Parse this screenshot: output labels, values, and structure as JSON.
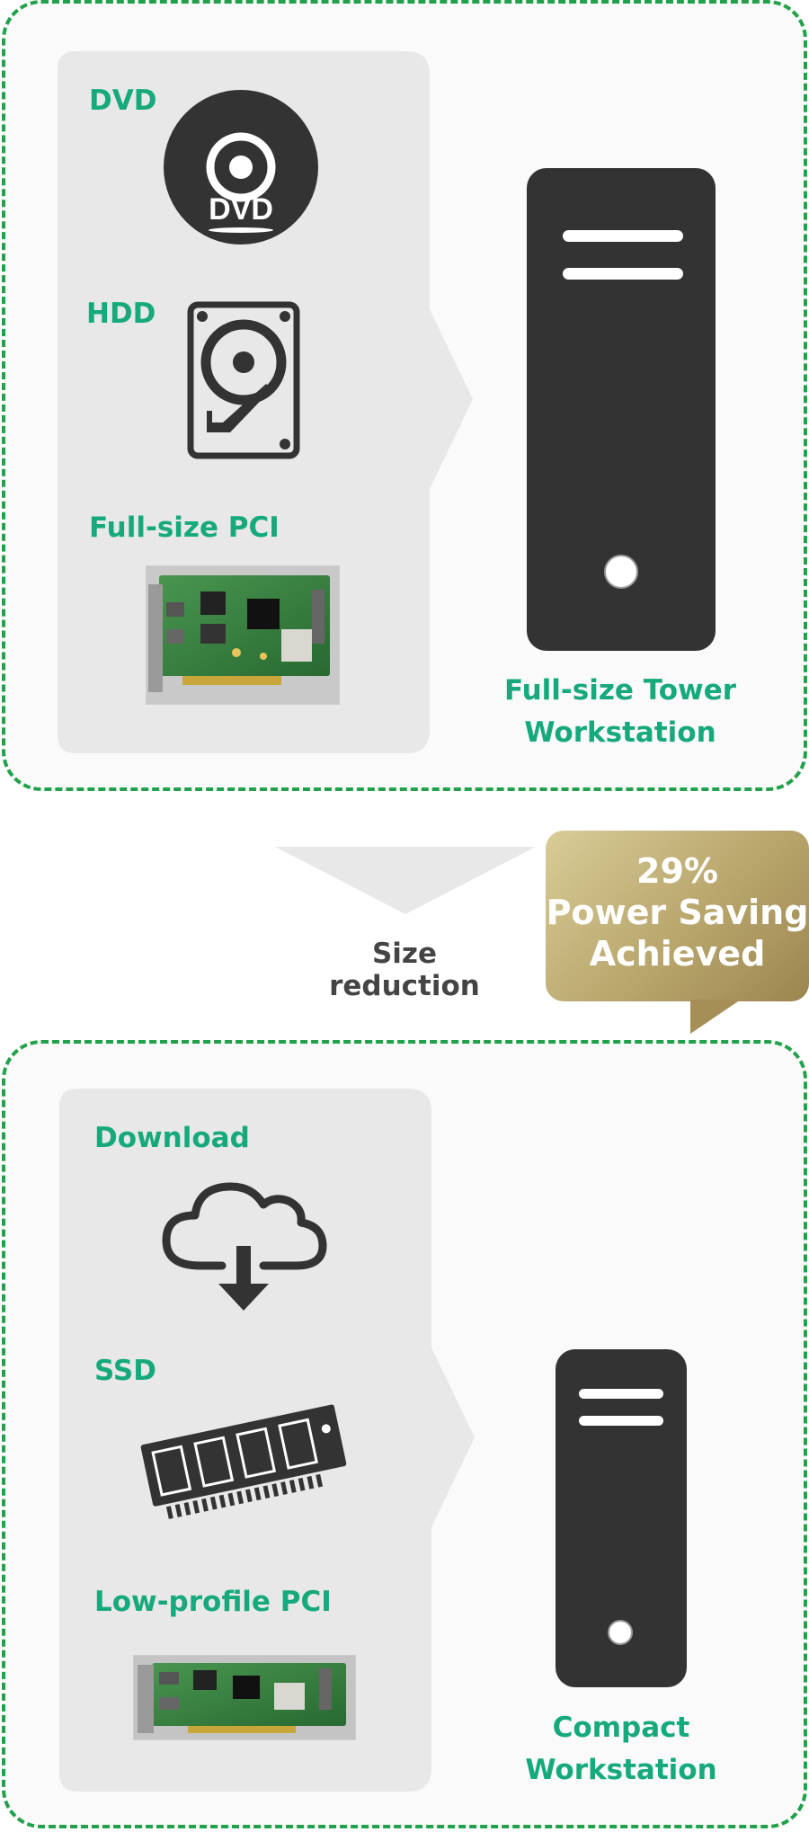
{
  "top": {
    "items": [
      {
        "label": "DVD",
        "icon": "dvd-disc-icon"
      },
      {
        "label": "HDD",
        "icon": "hard-drive-icon"
      },
      {
        "label": "Full-size PCI",
        "icon": "pci-card-photo"
      }
    ],
    "dvd_icon_text": "DVD",
    "caption": [
      "Full-size Tower",
      "Workstation"
    ]
  },
  "middle": {
    "reduction_label": "Size reduction",
    "bubble": [
      "29%",
      "Power Saving",
      "Achieved"
    ]
  },
  "bottom": {
    "items": [
      {
        "label": "Download",
        "icon": "cloud-download-icon"
      },
      {
        "label": "SSD",
        "icon": "memory-module-icon"
      },
      {
        "label": "Low-profile PCI",
        "icon": "pci-card-photo"
      }
    ],
    "caption": [
      "Compact",
      "Workstation"
    ]
  },
  "colors": {
    "accent_green": "#16a97c",
    "border_green": "#21a14a",
    "dark": "#333333",
    "gold": "#b8a66c"
  }
}
